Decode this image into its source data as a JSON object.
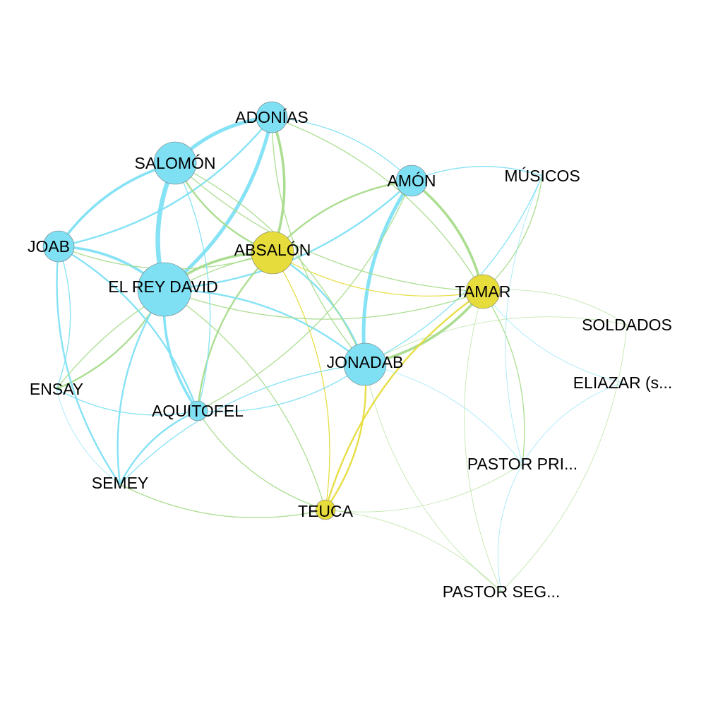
{
  "colors": {
    "blue": "#7fe0f4",
    "yellow": "#e6dc3c",
    "green": "#a8dc8c",
    "node_stroke": "#777777",
    "background": "#ffffff"
  },
  "nodes": [
    {
      "id": "adonias",
      "label": "ADONÍAS",
      "color": "blue",
      "weight": 3
    },
    {
      "id": "salomon",
      "label": "SALOMÓN",
      "color": "blue",
      "weight": 5
    },
    {
      "id": "amon",
      "label": "AMÓN",
      "color": "blue",
      "weight": 3
    },
    {
      "id": "musicos",
      "label": "MÚSICOS",
      "color": "blue",
      "weight": 0
    },
    {
      "id": "joab",
      "label": "JOAB",
      "color": "blue",
      "weight": 3
    },
    {
      "id": "absalon",
      "label": "ABSALÓN",
      "color": "yellow",
      "weight": 5
    },
    {
      "id": "rey_david",
      "label": "EL REY DAVID",
      "color": "blue",
      "weight": 8
    },
    {
      "id": "tamar",
      "label": "TAMAR",
      "color": "yellow",
      "weight": 4
    },
    {
      "id": "soldados",
      "label": "SOLDADOS",
      "color": "blue",
      "weight": 0
    },
    {
      "id": "jonadab",
      "label": "JONADAB",
      "color": "blue",
      "weight": 5
    },
    {
      "id": "eliazar",
      "label": "ELIAZAR (s...",
      "color": "blue",
      "weight": 0
    },
    {
      "id": "ensay",
      "label": "ENSAY",
      "color": "blue",
      "weight": 0
    },
    {
      "id": "aquitofel",
      "label": "AQUITOFEL",
      "color": "blue",
      "weight": 2
    },
    {
      "id": "pastor_pri",
      "label": "PASTOR PRI...",
      "color": "blue",
      "weight": 0
    },
    {
      "id": "semey",
      "label": "SEMEY",
      "color": "blue",
      "weight": 0
    },
    {
      "id": "teuca",
      "label": "TEUCA",
      "color": "yellow",
      "weight": 2
    },
    {
      "id": "pastor_seg",
      "label": "PASTOR SEG...",
      "color": "blue",
      "weight": 0
    }
  ],
  "edges": [
    {
      "from": "salomon",
      "to": "rey_david",
      "color": "blue",
      "weight": 5
    },
    {
      "from": "adonias",
      "to": "rey_david",
      "color": "blue",
      "weight": 4
    },
    {
      "from": "adonias",
      "to": "salomon",
      "color": "blue",
      "weight": 4
    },
    {
      "from": "joab",
      "to": "salomon",
      "color": "blue",
      "weight": 3
    },
    {
      "from": "joab",
      "to": "adonias",
      "color": "blue",
      "weight": 2
    },
    {
      "from": "joab",
      "to": "rey_david",
      "color": "blue",
      "weight": 3
    },
    {
      "from": "amon",
      "to": "jonadab",
      "color": "blue",
      "weight": 4
    },
    {
      "from": "amon",
      "to": "tamar",
      "color": "green",
      "weight": 3
    },
    {
      "from": "amon",
      "to": "absalon",
      "color": "green",
      "weight": 2
    },
    {
      "from": "amon",
      "to": "rey_david",
      "color": "blue",
      "weight": 2
    },
    {
      "from": "absalon",
      "to": "rey_david",
      "color": "green",
      "weight": 3
    },
    {
      "from": "absalon",
      "to": "salomon",
      "color": "green",
      "weight": 2
    },
    {
      "from": "absalon",
      "to": "tamar",
      "color": "yellow",
      "weight": 1
    },
    {
      "from": "absalon",
      "to": "jonadab",
      "color": "blue",
      "weight": 2
    },
    {
      "from": "absalon",
      "to": "aquitofel",
      "color": "green",
      "weight": 2
    },
    {
      "from": "absalon",
      "to": "teuca",
      "color": "yellow",
      "weight": 1
    },
    {
      "from": "absalon",
      "to": "adonias",
      "color": "green",
      "weight": 3
    },
    {
      "from": "tamar",
      "to": "jonadab",
      "color": "green",
      "weight": 3
    },
    {
      "from": "tamar",
      "to": "teuca",
      "color": "yellow",
      "weight": 2
    },
    {
      "from": "jonadab",
      "to": "teuca",
      "color": "yellow",
      "weight": 2
    },
    {
      "from": "jonadab",
      "to": "rey_david",
      "color": "blue",
      "weight": 2
    },
    {
      "from": "jonadab",
      "to": "aquitofel",
      "color": "blue",
      "weight": 1
    },
    {
      "from": "rey_david",
      "to": "aquitofel",
      "color": "blue",
      "weight": 3
    },
    {
      "from": "rey_david",
      "to": "ensay",
      "color": "green",
      "weight": 2
    },
    {
      "from": "rey_david",
      "to": "semey",
      "color": "blue",
      "weight": 2
    },
    {
      "from": "joab",
      "to": "aquitofel",
      "color": "blue",
      "weight": 2
    },
    {
      "from": "joab",
      "to": "semey",
      "color": "blue",
      "weight": 2
    },
    {
      "from": "joab",
      "to": "ensay",
      "color": "blue",
      "weight": 1
    },
    {
      "from": "aquitofel",
      "to": "semey",
      "color": "blue",
      "weight": 2
    },
    {
      "from": "aquitofel",
      "to": "ensay",
      "color": "blue",
      "weight": 1
    },
    {
      "from": "aquitofel",
      "to": "teuca",
      "color": "green",
      "weight": 1
    },
    {
      "from": "semey",
      "to": "jonadab",
      "color": "blue",
      "weight": 1
    },
    {
      "from": "semey",
      "to": "teuca",
      "color": "green",
      "weight": 1
    },
    {
      "from": "amon",
      "to": "musicos",
      "color": "blue",
      "weight": 1
    },
    {
      "from": "tamar",
      "to": "musicos",
      "color": "green",
      "weight": 1
    },
    {
      "from": "musicos",
      "to": "jonadab",
      "color": "blue",
      "weight": 1
    },
    {
      "from": "musicos",
      "to": "pastor_pri",
      "color": "blue",
      "weight": 0
    },
    {
      "from": "tamar",
      "to": "soldados",
      "color": "green",
      "weight": 0
    },
    {
      "from": "tamar",
      "to": "eliazar",
      "color": "blue",
      "weight": 0
    },
    {
      "from": "tamar",
      "to": "pastor_pri",
      "color": "green",
      "weight": 1
    },
    {
      "from": "tamar",
      "to": "pastor_seg",
      "color": "green",
      "weight": 0
    },
    {
      "from": "jonadab",
      "to": "pastor_pri",
      "color": "blue",
      "weight": 0
    },
    {
      "from": "jonadab",
      "to": "pastor_seg",
      "color": "green",
      "weight": 0
    },
    {
      "from": "jonadab",
      "to": "soldados",
      "color": "green",
      "weight": 0
    },
    {
      "from": "teuca",
      "to": "pastor_pri",
      "color": "green",
      "weight": 0
    },
    {
      "from": "teuca",
      "to": "pastor_seg",
      "color": "green",
      "weight": 0
    },
    {
      "from": "pastor_pri",
      "to": "pastor_seg",
      "color": "blue",
      "weight": 0
    },
    {
      "from": "soldados",
      "to": "pastor_seg",
      "color": "green",
      "weight": 0
    },
    {
      "from": "eliazar",
      "to": "pastor_pri",
      "color": "blue",
      "weight": 0
    },
    {
      "from": "ensay",
      "to": "absalon",
      "color": "green",
      "weight": 1
    },
    {
      "from": "ensay",
      "to": "semey",
      "color": "blue",
      "weight": 0
    },
    {
      "from": "salomon",
      "to": "jonadab",
      "color": "green",
      "weight": 1
    },
    {
      "from": "salomon",
      "to": "tamar",
      "color": "green",
      "weight": 1
    },
    {
      "from": "adonias",
      "to": "amon",
      "color": "blue",
      "weight": 1
    },
    {
      "from": "adonias",
      "to": "jonadab",
      "color": "green",
      "weight": 1
    },
    {
      "from": "adonias",
      "to": "tamar",
      "color": "green",
      "weight": 1
    },
    {
      "from": "rey_david",
      "to": "tamar",
      "color": "green",
      "weight": 1
    },
    {
      "from": "rey_david",
      "to": "teuca",
      "color": "green",
      "weight": 1
    },
    {
      "from": "joab",
      "to": "absalon",
      "color": "green",
      "weight": 1
    },
    {
      "from": "salomon",
      "to": "aquitofel",
      "color": "blue",
      "weight": 1
    },
    {
      "from": "aquitofel",
      "to": "amon",
      "color": "green",
      "weight": 1
    }
  ]
}
